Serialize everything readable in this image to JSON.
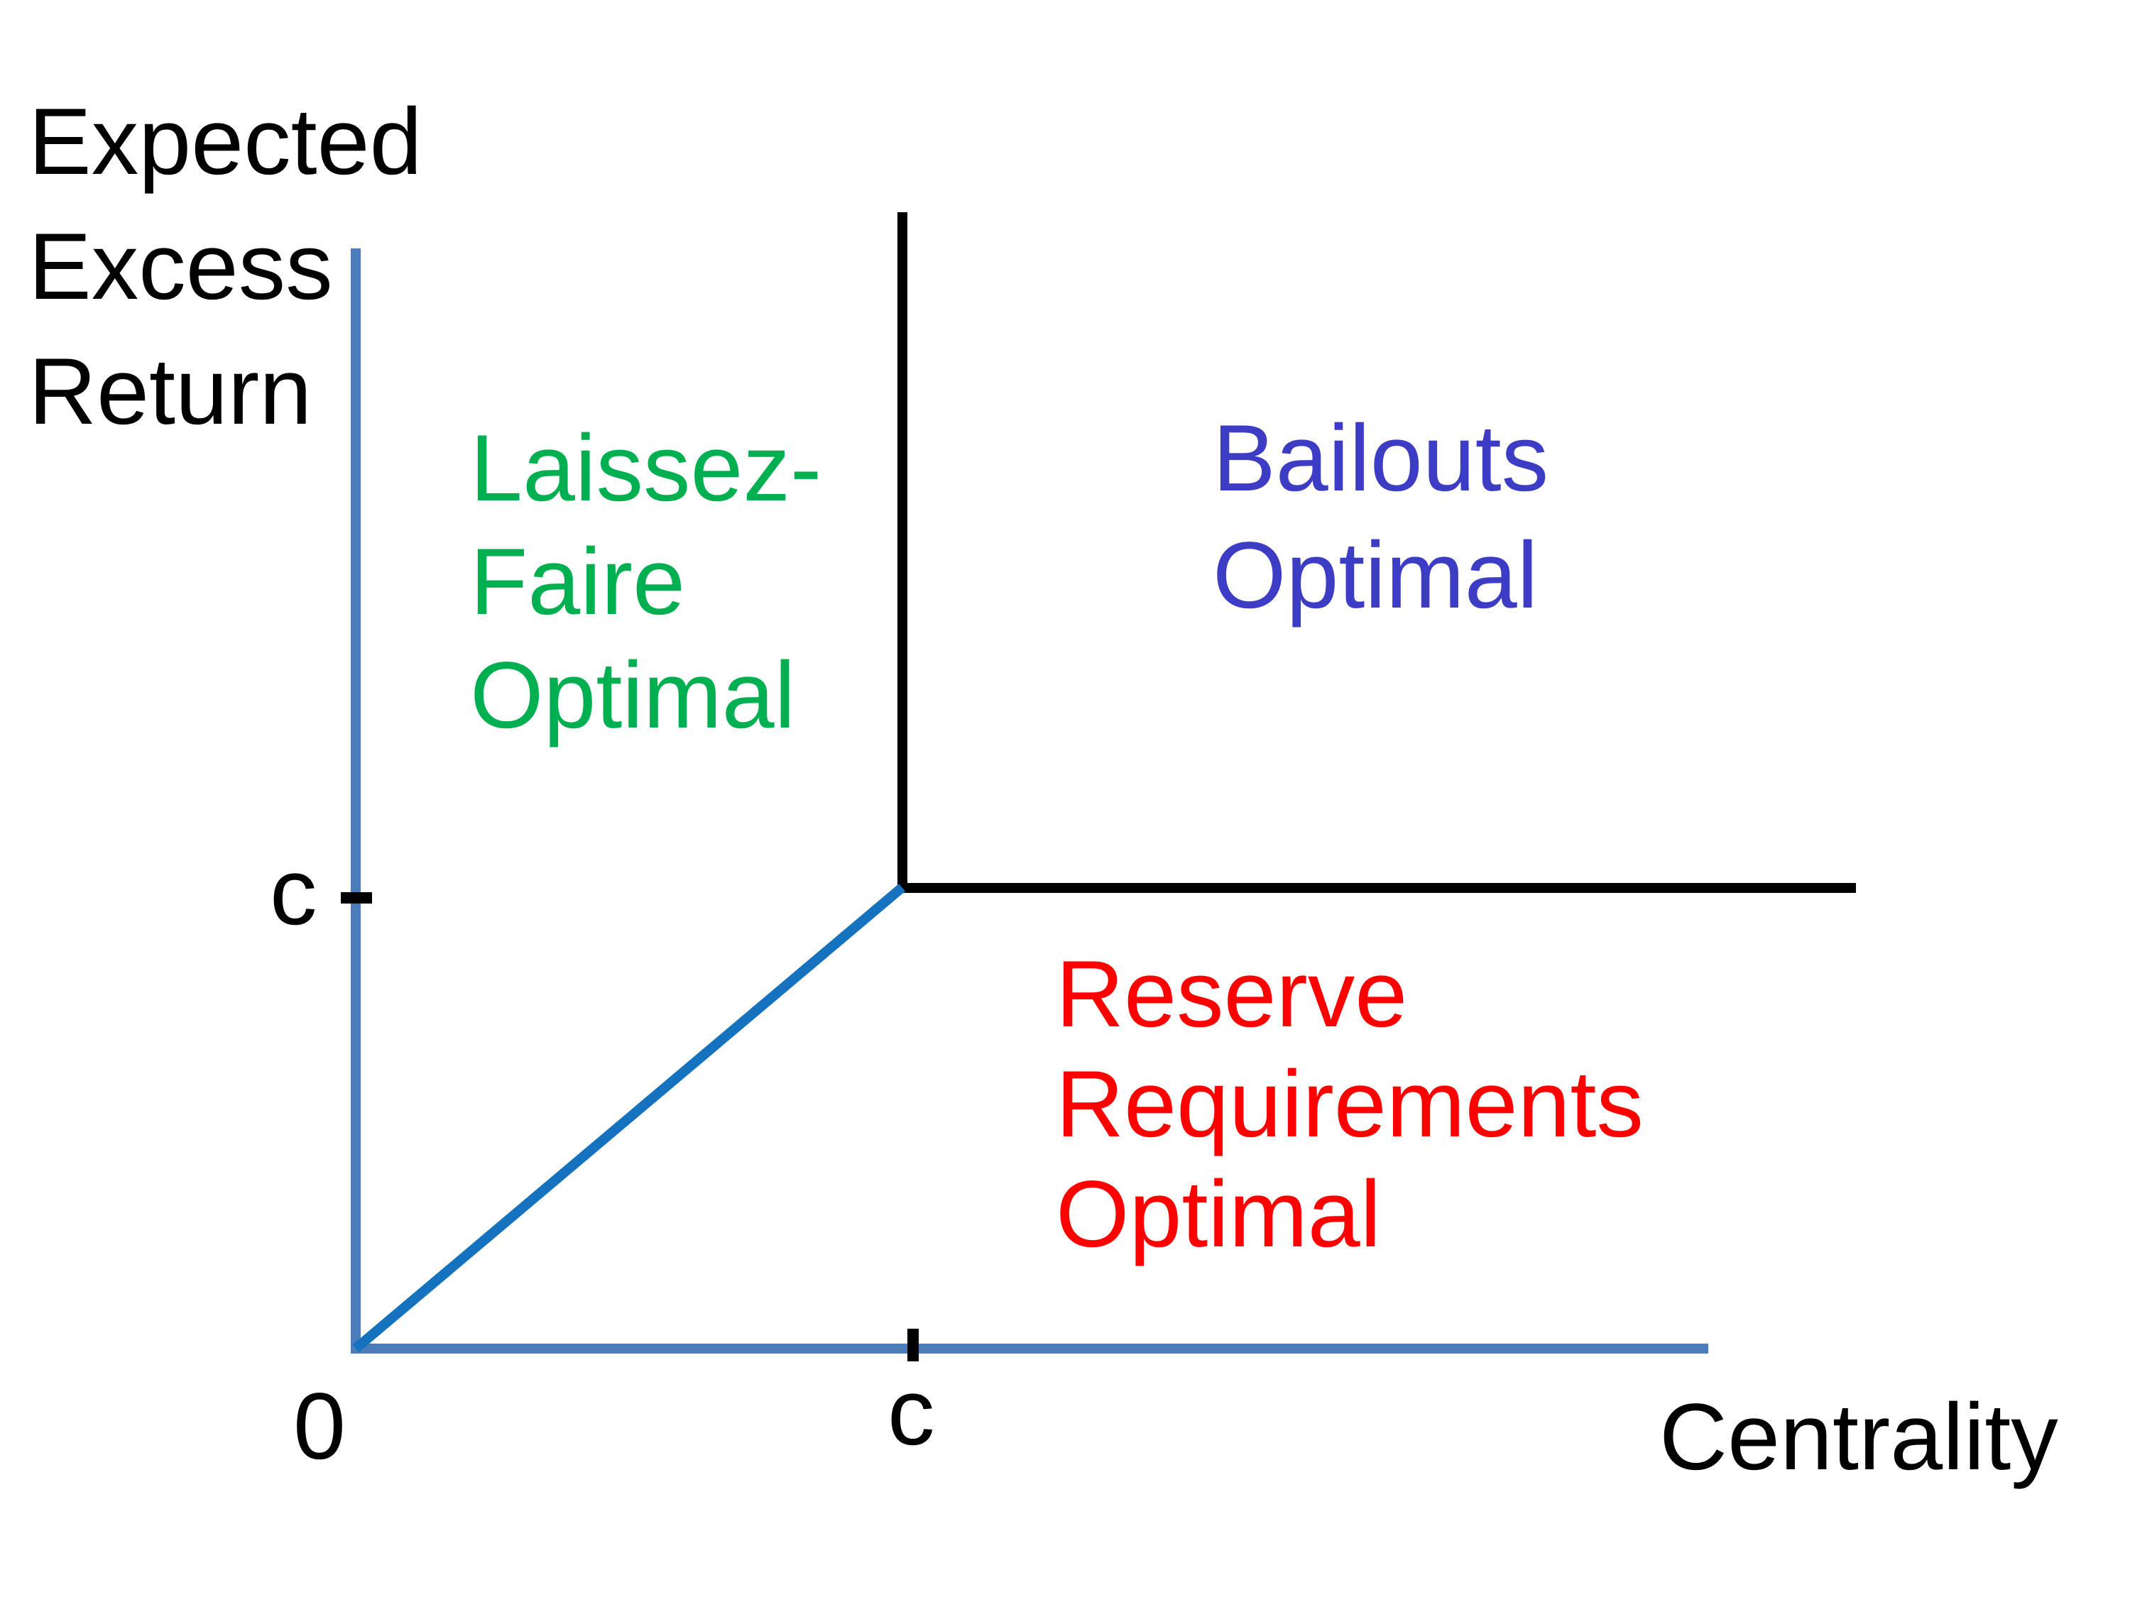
{
  "colors": {
    "axis": "#4A7EBB",
    "diagonal": "#1572BE",
    "boundary": "#000000",
    "text": "#000000",
    "laissez_faire": "#00B050",
    "bailouts": "#3C3CC4",
    "reserve_requirements": "#FF0000"
  },
  "y_axis": {
    "label_lines": [
      "Expected",
      "Excess",
      "Return"
    ],
    "tick_label": "c"
  },
  "x_axis": {
    "label": "Centrality",
    "origin_label": "0",
    "tick_label": "c"
  },
  "regions": {
    "laissez_faire": {
      "lines": [
        "Laissez-",
        "Faire",
        "Optimal"
      ]
    },
    "bailouts": {
      "lines": [
        "Bailouts",
        "Optimal"
      ]
    },
    "reserve_requirements": {
      "lines": [
        "Reserve",
        "Requirements",
        "Optimal"
      ]
    }
  }
}
